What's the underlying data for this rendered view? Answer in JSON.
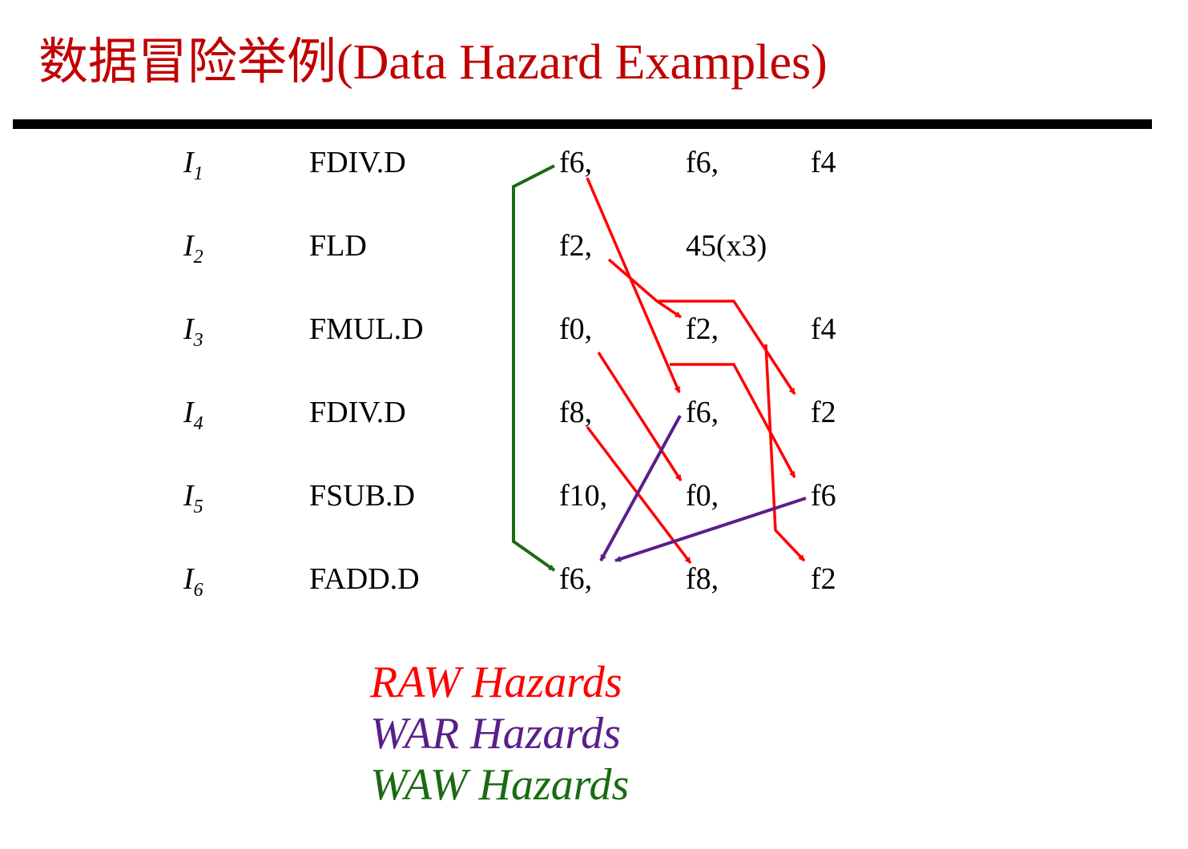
{
  "title": "数据冒险举例(Data Hazard Examples)",
  "colors": {
    "title": "#c00000",
    "raw": "#ff0000",
    "war": "#5a1f8a",
    "waw": "#1a6b12",
    "rule": "#000000"
  },
  "instructions": [
    {
      "id": "I",
      "sub": "1",
      "op": "FDIV.D",
      "dest": "f6,",
      "src1": "f6,",
      "src2": "f4"
    },
    {
      "id": "I",
      "sub": "2",
      "op": "FLD",
      "dest": "f2,",
      "src1": "45(x3)",
      "src2": ""
    },
    {
      "id": "I",
      "sub": "3",
      "op": "FMUL.D",
      "dest": "f0,",
      "src1": "f2,",
      "src2": "f4"
    },
    {
      "id": "I",
      "sub": "4",
      "op": "FDIV.D",
      "dest": "f8,",
      "src1": "f6,",
      "src2": "f2"
    },
    {
      "id": "I",
      "sub": "5",
      "op": "FSUB.D",
      "dest": "f10,",
      "src1": "f0,",
      "src2": "f6"
    },
    {
      "id": "I",
      "sub": "6",
      "op": "FADD.D",
      "dest": "f6,",
      "src1": "f8,",
      "src2": "f2"
    }
  ],
  "legend": {
    "raw": "RAW Hazards",
    "war": "WAR Hazards",
    "waw": "WAW Hazards"
  }
}
